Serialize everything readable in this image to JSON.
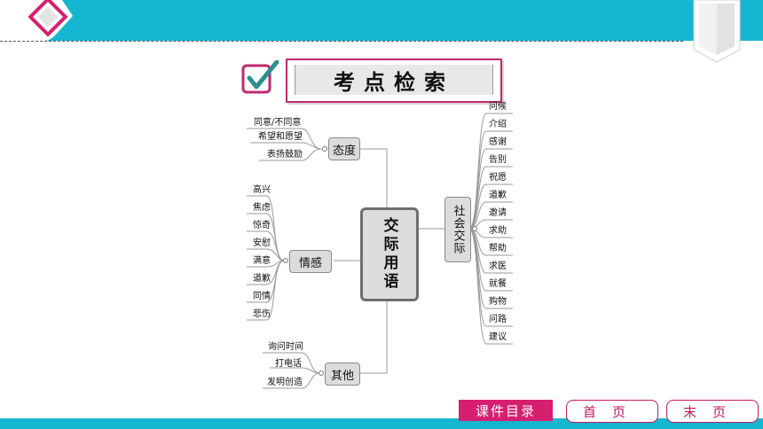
{
  "header": {
    "title": "考点检索"
  },
  "mindmap": {
    "center": "交际用语",
    "branches": {
      "attitude": {
        "label": "态度",
        "items": [
          "同意/不同意",
          "希望和愿望",
          "表扬鼓励"
        ]
      },
      "emotion": {
        "label": "情感",
        "items": [
          "高兴",
          "焦虑",
          "惊奇",
          "安慰",
          "满意",
          "道歉",
          "同情",
          "悲伤"
        ]
      },
      "other": {
        "label": "其他",
        "items": [
          "询问时间",
          "打电话",
          "发明创造"
        ]
      },
      "social": {
        "label": "社会交际",
        "items": [
          "问候",
          "介绍",
          "感谢",
          "告别",
          "祝愿",
          "道歉",
          "邀请",
          "求助",
          "帮助",
          "求医",
          "就餐",
          "购物",
          "问路",
          "建议"
        ]
      }
    }
  },
  "nav": {
    "catalog": "课件目录",
    "home": "首页",
    "end": "末页"
  },
  "colors": {
    "bar": "#15b6cf",
    "accent": "#d61f6f",
    "title_border": "#bf2a6e"
  }
}
